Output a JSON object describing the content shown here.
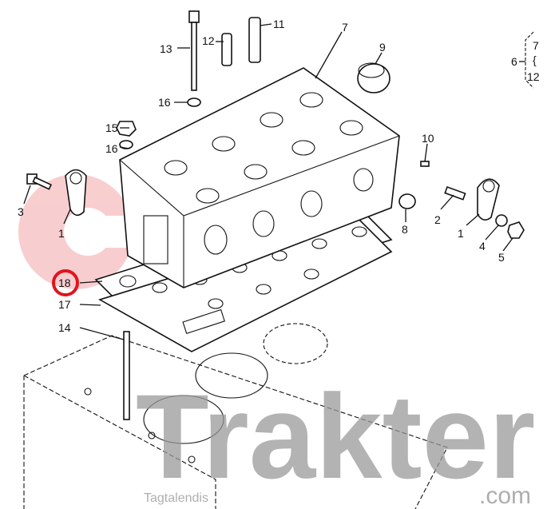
{
  "diagram": {
    "title": "Cylinder head exploded view",
    "callouts": [
      {
        "id": "c13",
        "text": "13"
      },
      {
        "id": "c12",
        "text": "12"
      },
      {
        "id": "c11",
        "text": "11"
      },
      {
        "id": "c7",
        "text": "7"
      },
      {
        "id": "c9",
        "text": "9"
      },
      {
        "id": "c16a",
        "text": "16"
      },
      {
        "id": "c15",
        "text": "15"
      },
      {
        "id": "c16b",
        "text": "16"
      },
      {
        "id": "c10",
        "text": "10"
      },
      {
        "id": "c3",
        "text": "3"
      },
      {
        "id": "c1a",
        "text": "1"
      },
      {
        "id": "c2",
        "text": "2"
      },
      {
        "id": "c8",
        "text": "8"
      },
      {
        "id": "c1b",
        "text": "1"
      },
      {
        "id": "c4",
        "text": "4"
      },
      {
        "id": "c5",
        "text": "5"
      },
      {
        "id": "c18",
        "text": "18",
        "highlighted": true
      },
      {
        "id": "c17",
        "text": "17"
      },
      {
        "id": "c14",
        "text": "14"
      }
    ],
    "group_ref": {
      "label": "6",
      "range_start": "7",
      "range_end": "12",
      "brace": "{"
    },
    "highlight_color": "#e0151b"
  },
  "watermark": {
    "brand": "Trakter",
    "suffix": ".com",
    "subtitle": "Tagtalendis",
    "color": "#9a9a9a",
    "logo_color": "#f4a6a8"
  }
}
